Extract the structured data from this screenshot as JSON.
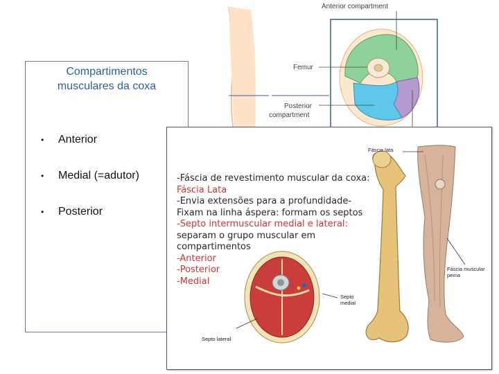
{
  "top_figure": {
    "anterior_label": "Anterior compartment",
    "femur_label": "Femur",
    "posterior_label_line1": "Posterior",
    "posterior_label_line2": "compartment",
    "colors": {
      "anterior": "#8fd19a",
      "posterior": "#5ec7ea",
      "medial": "#b69ad0",
      "frame": "#3b5b9a"
    }
  },
  "slide": {
    "title_line1": "Compartimentos",
    "title_line2": "musculares da coxa",
    "bullets": [
      "Anterior",
      "Medial (=adutor)",
      "Posterior"
    ],
    "title_color": "#2e5f9e"
  },
  "detail_panel": {
    "notes": [
      {
        "text": "-Fáscia de revestimento muscular da coxa:",
        "tone": "black"
      },
      {
        "text": "Fáscia Lata",
        "tone": "red"
      },
      {
        "text": "-Envia extensões para a profundidade-",
        "tone": "black"
      },
      {
        "text": "Fixam na linha áspera: formam os septos",
        "tone": "black"
      },
      {
        "text": "-Septo intermuscular medial e lateral:",
        "tone": "red"
      },
      {
        "text": "separam o grupo muscular em",
        "tone": "black"
      },
      {
        "text": "compartimentos",
        "tone": "black"
      },
      {
        "text": "-Anterior",
        "tone": "red"
      },
      {
        "text": "-Posterior",
        "tone": "red"
      },
      {
        "text": "-Medial",
        "tone": "red"
      }
    ],
    "labels": {
      "fascia_lata": "Fáscia lata",
      "septo_medial_line1": "Septo",
      "septo_medial_line2": "medial",
      "septo_lateral": "Septo lateral",
      "fascia_perna_line1": "Fáscia muscular",
      "fascia_perna_line2": "perna"
    }
  }
}
